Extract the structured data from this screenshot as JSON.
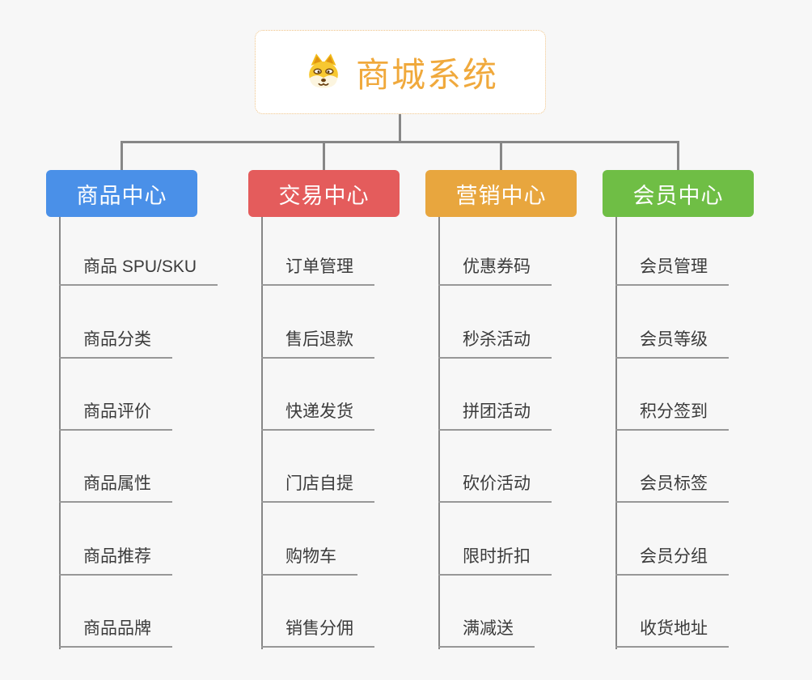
{
  "root": {
    "title": "商城系统",
    "icon": "dog-face-icon",
    "text_color": "#f0a93c",
    "border_color": "#efc386"
  },
  "connector_color": "#878787",
  "leaf_underline_color": "#989898",
  "leaf_text_color": "#3b3b3b",
  "background_color": "#f7f7f7",
  "branches": [
    {
      "label": "商品中心",
      "color": "#4a90e8",
      "children": [
        "商品 SPU/SKU",
        "商品分类",
        "商品评价",
        "商品属性",
        "商品推荐",
        "商品品牌"
      ]
    },
    {
      "label": "交易中心",
      "color": "#e45c5c",
      "children": [
        "订单管理",
        "售后退款",
        "快递发货",
        "门店自提",
        "购物车",
        "销售分佣"
      ]
    },
    {
      "label": "营销中心",
      "color": "#e8a63e",
      "children": [
        "优惠券码",
        "秒杀活动",
        "拼团活动",
        "砍价活动",
        "限时折扣",
        "满减送"
      ]
    },
    {
      "label": "会员中心",
      "color": "#6fbe45",
      "children": [
        "会员管理",
        "会员等级",
        "积分签到",
        "会员标签",
        "会员分组",
        "收货地址"
      ]
    }
  ]
}
